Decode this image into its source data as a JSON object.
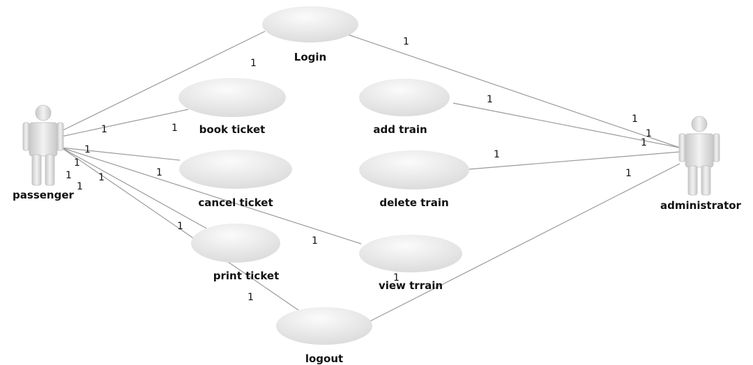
{
  "actors": [
    {
      "id": "passenger",
      "label": "passenger"
    },
    {
      "id": "administrator",
      "label": "administrator"
    }
  ],
  "use_cases": [
    {
      "id": "login",
      "label": "Login"
    },
    {
      "id": "book_ticket",
      "label": "book ticket"
    },
    {
      "id": "cancel_ticket",
      "label": "cancel ticket"
    },
    {
      "id": "print_ticket",
      "label": "print ticket"
    },
    {
      "id": "logout",
      "label": "logout"
    },
    {
      "id": "add_train",
      "label": "add train"
    },
    {
      "id": "delete_train",
      "label": "delete train"
    },
    {
      "id": "view_train",
      "label": "view trrain"
    }
  ],
  "multiplicity": "1",
  "colors": {
    "line": "#9a9a9a",
    "ellipse_fill": "#e2e2e2",
    "ellipse_highlight": "#f7f7f7",
    "actor_fill": "#d9d9d9"
  }
}
